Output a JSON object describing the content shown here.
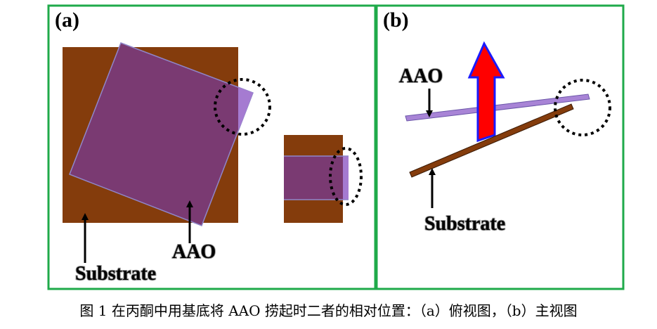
{
  "panel_a": {
    "label": "(a)",
    "aao_label": "AAO",
    "substrate_label": "Substrate"
  },
  "panel_b": {
    "label": "(b)",
    "aao_label": "AAO",
    "substrate_label": "Substrate"
  },
  "caption": "图 1  在丙酮中用基底将 AAO 捞起时二者的相对位置：（a）俯视图，（b）主视图",
  "colors": {
    "frame": "#1faa4a",
    "substrate": "#843c0c",
    "aao": "#7a3a72",
    "aao_edge": "#9a7fd0",
    "arrow_fill": "#ff0000",
    "arrow_outline": "#1a1aff"
  }
}
